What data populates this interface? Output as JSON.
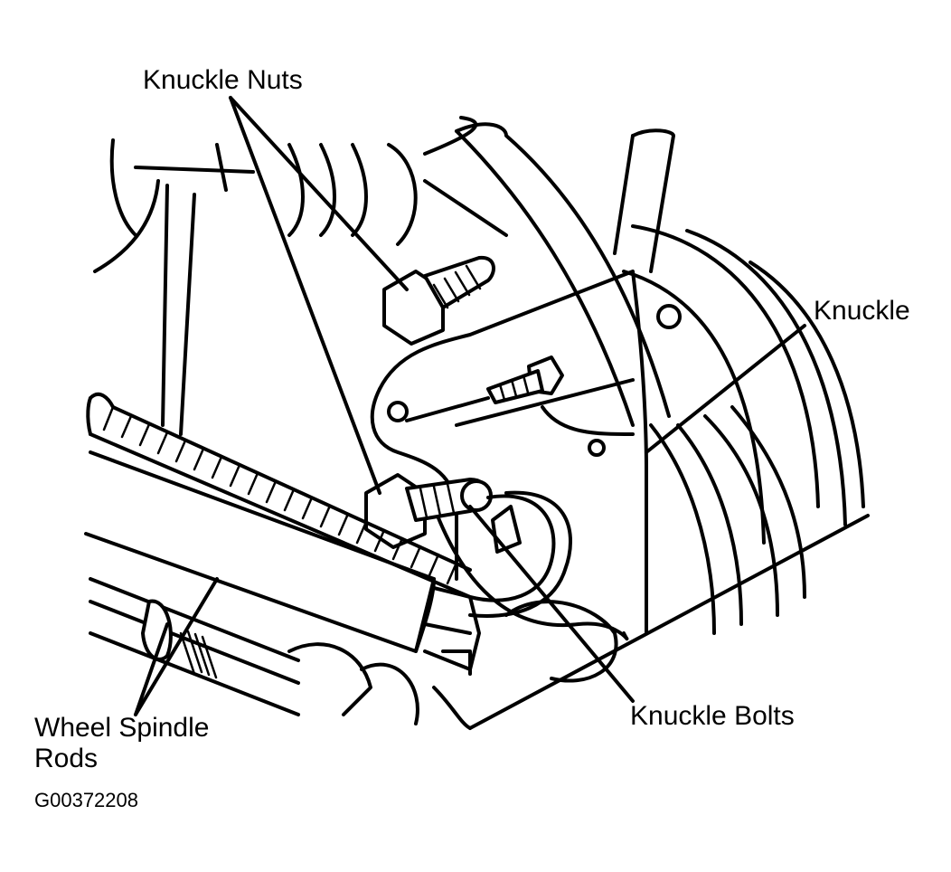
{
  "labels": {
    "knuckle_nuts": "Knuckle Nuts",
    "knuckle": "Knuckle",
    "knuckle_bolts": "Knuckle Bolts",
    "wheel_spindle_rods_line1": "Wheel Spindle",
    "wheel_spindle_rods_line2": "Rods",
    "figure_code": "G00372208"
  },
  "colors": {
    "ink": "#000000",
    "background": "#ffffff"
  }
}
